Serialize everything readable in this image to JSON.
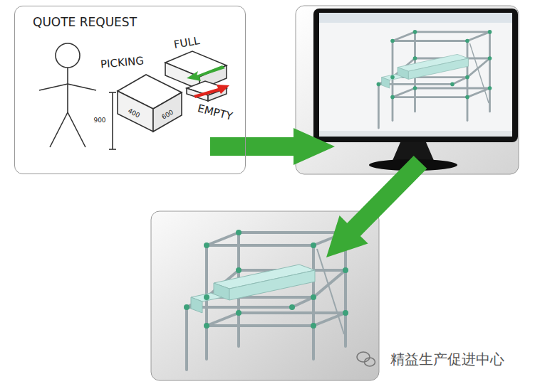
{
  "diagram": {
    "nodes": [
      {
        "text": [
          "QUOTE REQUEST"
        ]
      }
    ],
    "labels": [
      "PICKING",
      "FULL",
      "EMPTY",
      "400",
      "600",
      "900",
      "精益生产促进中心"
    ]
  }
}
